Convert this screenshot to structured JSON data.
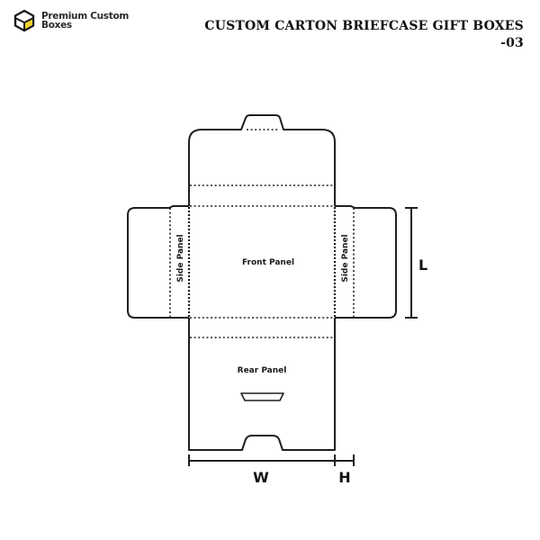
{
  "brand": {
    "name_line1": "Premium Custom",
    "name_line2": "Boxes",
    "accent_color": "#f2d22e",
    "icon": "cube-logo-icon"
  },
  "header": {
    "title_line1": "CUSTOM CARTON BRIEFCASE GIFT BOXES",
    "title_line2": "-03"
  },
  "diagram": {
    "type": "box-dieline",
    "panels": {
      "front": "Front Panel",
      "rear": "Rear Panel",
      "side_left": "Side Panel",
      "side_right": "Side Panel"
    },
    "dimensions": {
      "length": "L",
      "width": "W",
      "height": "H"
    },
    "line_color": "#1f1f1f"
  }
}
